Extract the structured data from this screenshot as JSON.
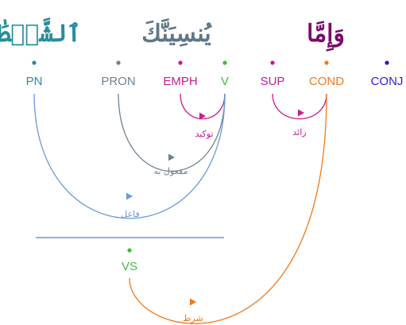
{
  "words": [
    {
      "text": "وَإِمَّا",
      "color": "#7a0a6a"
    },
    {
      "text": "يُنسِيَنَّكَ",
      "color": "#5f7786"
    },
    {
      "text": "ٱلشَّيۡطَٰنُ",
      "color": "#2a8c9e"
    }
  ],
  "word_accents": {
    "emph": "#d01f8a",
    "verb": "#2fbf3a"
  },
  "tags": [
    {
      "label": "CONJ",
      "color": "#2a1ad6"
    },
    {
      "label": "COND",
      "color": "#ee7a1a"
    },
    {
      "label": "SUP",
      "color": "#c81b8e"
    },
    {
      "label": "V",
      "color": "#3cbf3c"
    },
    {
      "label": "EMPH",
      "color": "#c81b8e"
    },
    {
      "label": "PRON",
      "color": "#6f8290"
    },
    {
      "label": "PN",
      "color": "#2a8c9e"
    }
  ],
  "subject_node": {
    "label": "VS",
    "color": "#3cbf3c"
  },
  "relations": [
    {
      "label": "زائد",
      "color": "#c81b8e"
    },
    {
      "label": "توكيد",
      "color": "#c81b8e"
    },
    {
      "label": "مفعول به",
      "color": "#6f8290"
    },
    {
      "label": "فاعل",
      "color": "#6a9ad4"
    },
    {
      "label": "شرط",
      "color": "#ee7a1a"
    }
  ],
  "divider_color": "#4a86c8"
}
